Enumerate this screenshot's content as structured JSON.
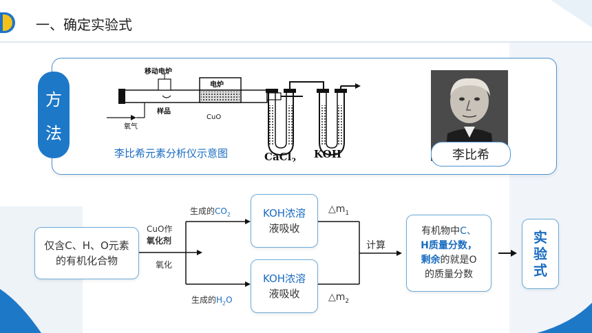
{
  "header": {
    "title": "一、确定实验式"
  },
  "method": {
    "char1": "方",
    "char2": "法"
  },
  "apparatus": {
    "caption": "李比希元素分析仪示意图",
    "label_moving_furnace": "移动电炉",
    "label_furnace": "电炉",
    "label_sample": "样品",
    "label_oxygen": "氧气",
    "label_cuo": "CuO",
    "label_cacl2": "CaCl",
    "label_cacl2_sub": "2",
    "label_koh": "KOH"
  },
  "scientist": {
    "name": "李比希"
  },
  "flow": {
    "start_box_line1": "仅含C、H、O元素",
    "start_box_line2": "的有机化合物",
    "cuo_line1": "CuO作",
    "cuo_line2": "氧化剂",
    "oxidize": "氧化",
    "co2_prefix": "生成的",
    "co2_formula": "CO",
    "co2_sub": "2",
    "h2o_prefix": "生成的",
    "h2o_formula": "H",
    "h2o_sub": "2",
    "h2o_o": "O",
    "koh_top_line1": "KOH浓溶",
    "koh_top_line2": "液吸收",
    "koh_bottom_line1": "KOH浓溶",
    "koh_bottom_line2": "液吸收",
    "dm1": "△m",
    "dm1_sub": "1",
    "dm2": "△m",
    "dm2_sub": "2",
    "calc": "计算",
    "result_line1a": "有机物中",
    "result_line1b": "C、",
    "result_line2": "H质量分数，",
    "result_line3a": "剩余",
    "result_line3b": "的就是O",
    "result_line4": "的质量分数",
    "conclusion_1": "实",
    "conclusion_2": "验",
    "conclusion_3": "式"
  },
  "colors": {
    "accent": "#1e78c8",
    "highlight": "#f2c21b",
    "border": "#4a90d0",
    "text_blue": "#1a6cc0"
  }
}
